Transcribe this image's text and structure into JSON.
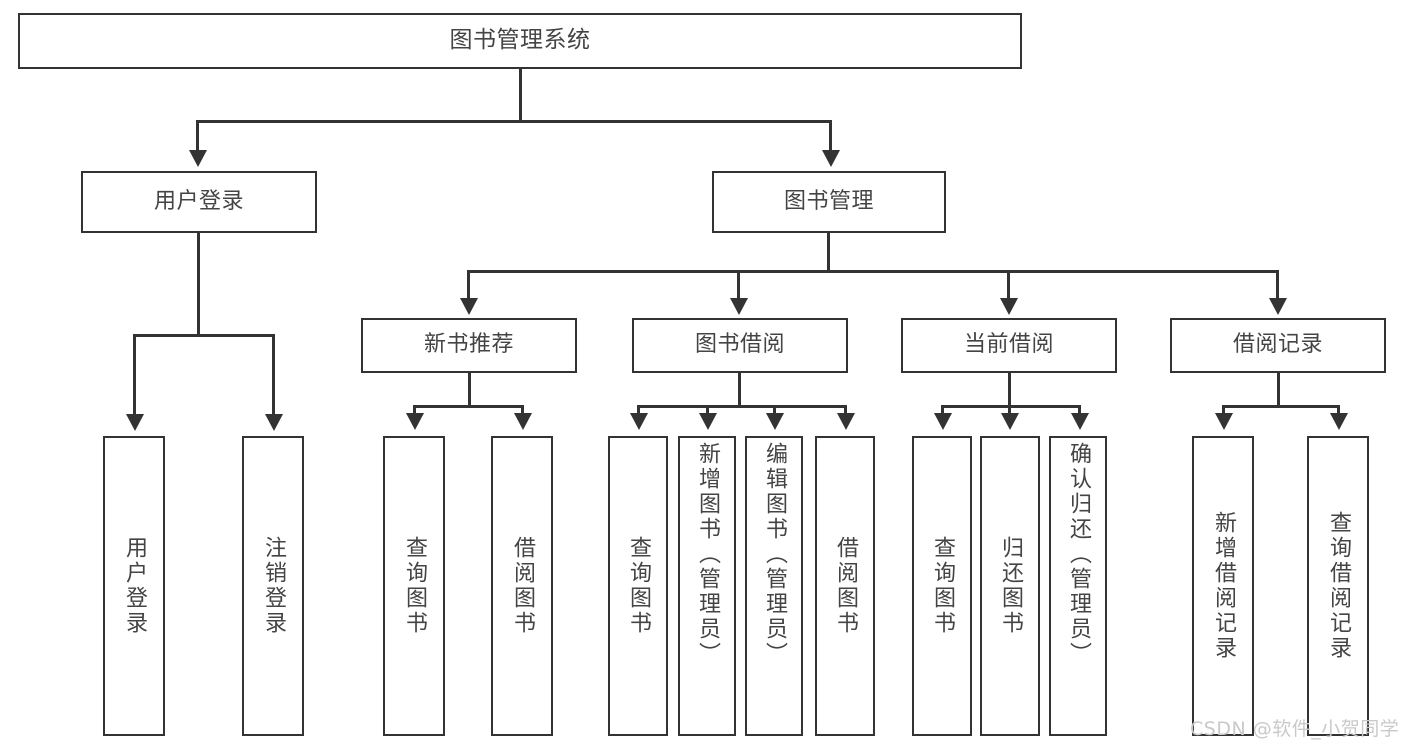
{
  "diagram": {
    "type": "tree-hierarchy",
    "title": "图书管理系统",
    "root": {
      "label": "图书管理系统"
    },
    "level2": [
      {
        "id": "user-login",
        "label": "用户登录"
      },
      {
        "id": "book-management",
        "label": "图书管理"
      }
    ],
    "level3": [
      {
        "id": "new-book-recommend",
        "label": "新书推荐",
        "parent": "book-management"
      },
      {
        "id": "book-borrow",
        "label": "图书借阅",
        "parent": "book-management"
      },
      {
        "id": "current-borrow",
        "label": "当前借阅",
        "parent": "book-management"
      },
      {
        "id": "borrow-record",
        "label": "借阅记录",
        "parent": "book-management"
      }
    ],
    "leaves": [
      {
        "id": "leaf-user-login",
        "label": "用户登录",
        "parent": "user-login"
      },
      {
        "id": "leaf-logout-login",
        "label": "注销登录",
        "parent": "user-login"
      },
      {
        "id": "leaf-query-book-1",
        "label": "查询图书",
        "parent": "new-book-recommend"
      },
      {
        "id": "leaf-borrow-book-1",
        "label": "借阅图书",
        "parent": "new-book-recommend"
      },
      {
        "id": "leaf-query-book-2",
        "label": "查询图书",
        "parent": "book-borrow"
      },
      {
        "id": "leaf-add-book",
        "label": "新增图书（管理员）",
        "parent": "book-borrow"
      },
      {
        "id": "leaf-edit-book",
        "label": "编辑图书（管理员）",
        "parent": "book-borrow"
      },
      {
        "id": "leaf-borrow-book-2",
        "label": "借阅图书",
        "parent": "book-borrow"
      },
      {
        "id": "leaf-query-book-3",
        "label": "查询图书",
        "parent": "current-borrow"
      },
      {
        "id": "leaf-return-book",
        "label": "归还图书",
        "parent": "current-borrow"
      },
      {
        "id": "leaf-confirm-return",
        "label": "确认归还（管理员）",
        "parent": "current-borrow"
      },
      {
        "id": "leaf-add-borrow-record",
        "label": "新增借阅记录",
        "parent": "borrow-record"
      },
      {
        "id": "leaf-query-borrow-record",
        "label": "查询借阅记录",
        "parent": "borrow-record"
      }
    ],
    "colors": {
      "stroke": "#333333",
      "text": "#444444",
      "background": "#ffffff",
      "watermark": "#c9c9c9"
    }
  },
  "watermark": {
    "text": "CSDN @软件_小贺同学"
  }
}
